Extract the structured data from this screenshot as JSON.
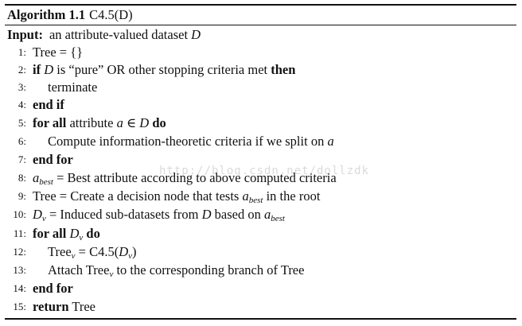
{
  "caption": {
    "label": "Algorithm 1.1",
    "title": "C4.5(D)"
  },
  "input": {
    "keyword": "Input:",
    "text": "an attribute-valued dataset",
    "var": "D"
  },
  "lines": [
    {
      "n": "1:",
      "parts": [
        "Tree = {}"
      ]
    },
    {
      "n": "2:",
      "parts": [
        "if",
        "D",
        "is “pure” OR other stopping criteria met",
        "then"
      ]
    },
    {
      "n": "3:",
      "parts": [
        "terminate"
      ]
    },
    {
      "n": "4:",
      "parts": [
        "end if"
      ]
    },
    {
      "n": "5:",
      "parts": [
        "for all",
        "attribute",
        "a",
        "∈",
        "D",
        "do"
      ]
    },
    {
      "n": "6:",
      "parts": [
        "Compute information-theoretic criteria if we split on",
        "a"
      ]
    },
    {
      "n": "7:",
      "parts": [
        "end for"
      ]
    },
    {
      "n": "8:",
      "parts": [
        "a",
        "best",
        "= Best attribute according to above computed criteria"
      ]
    },
    {
      "n": "9:",
      "parts": [
        "Tree = Create a decision node that tests",
        "a",
        "best",
        "in the root"
      ]
    },
    {
      "n": "10:",
      "parts": [
        "D",
        "v",
        "= Induced sub-datasets from",
        "D",
        "based on",
        "a",
        "best"
      ]
    },
    {
      "n": "11:",
      "parts": [
        "for all",
        "D",
        "v",
        "do"
      ]
    },
    {
      "n": "12:",
      "parts": [
        "Tree",
        "v",
        "= C4.5(",
        "D",
        "v",
        ")"
      ]
    },
    {
      "n": "13:",
      "parts": [
        "Attach Tree",
        "v",
        "to the corresponding branch of Tree"
      ]
    },
    {
      "n": "14:",
      "parts": [
        "end for"
      ]
    },
    {
      "n": "15:",
      "parts": [
        "return",
        "Tree"
      ]
    }
  ],
  "watermark": "http://blog.csdn.net/dollzdk"
}
